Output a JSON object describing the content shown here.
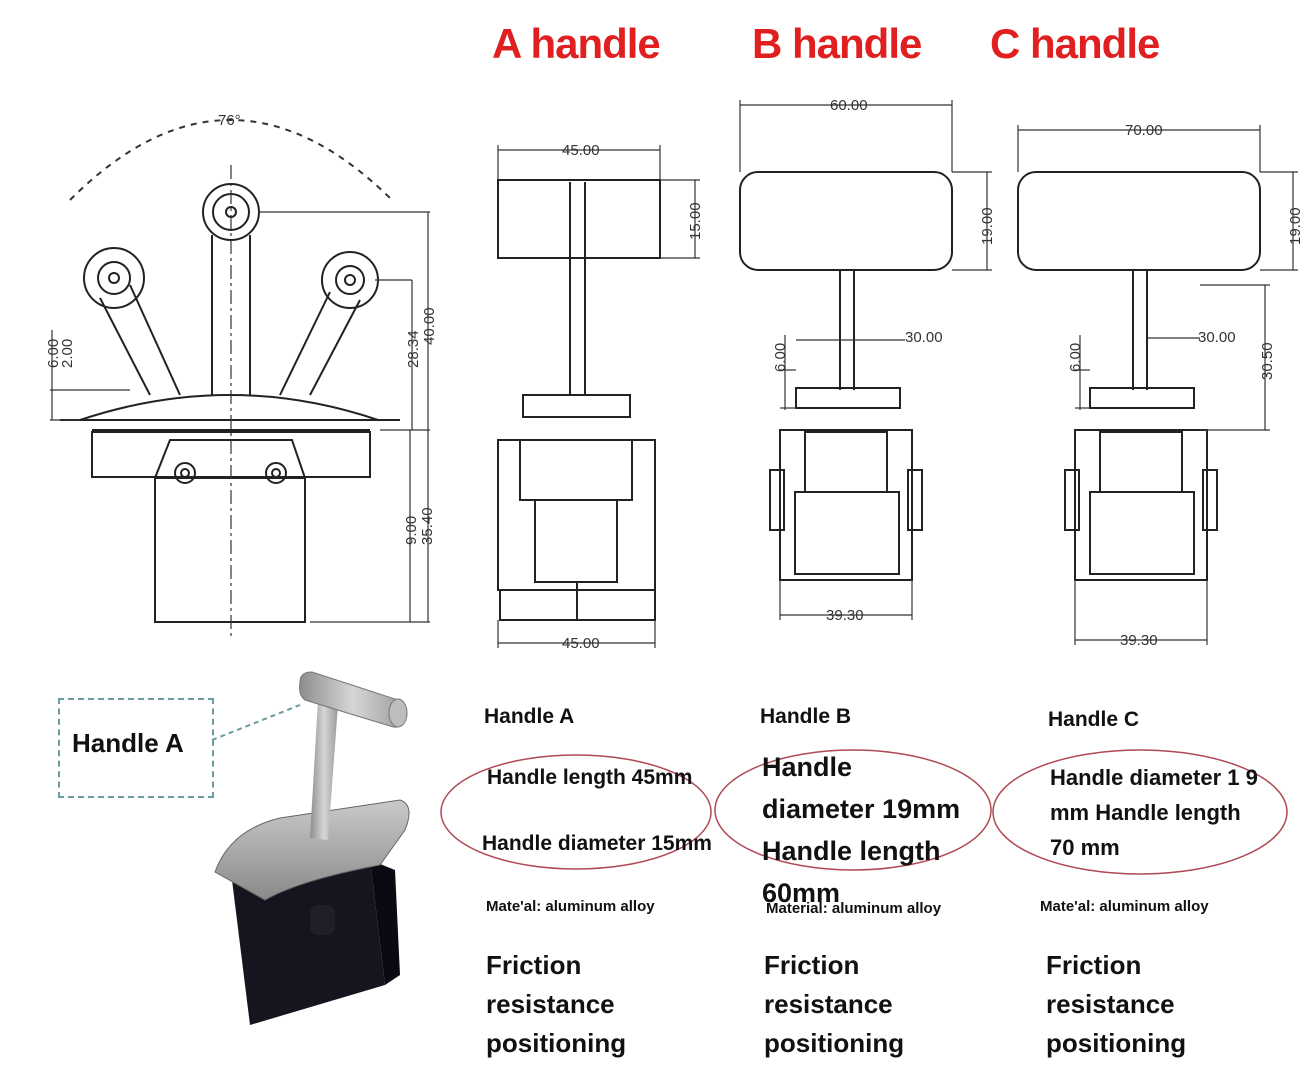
{
  "titles": {
    "a": "A handle",
    "b": "B handle",
    "c": "C handle"
  },
  "main_drawing": {
    "angle": "76°",
    "dims": [
      "6.00",
      "2.00",
      "28.34",
      "40.00",
      "9.00",
      "35.40"
    ]
  },
  "drawing_a": {
    "top": "45.00",
    "height": "15.00",
    "bottom": "45.00"
  },
  "drawing_b": {
    "top": "60.00",
    "height": "19.00",
    "base": "30.00",
    "base_h": "6.00",
    "bottom": "39.30"
  },
  "drawing_c": {
    "top": "70.00",
    "height": "19.00",
    "base": "30.00",
    "base_h": "6.00",
    "shaft": "30.50",
    "bottom": "39.30"
  },
  "callout": {
    "label": "Handle A"
  },
  "specs": {
    "a": {
      "heading": "Handle A",
      "length": "Handle length 45mm",
      "diameter": "Handle diameter 15mm",
      "material": "Mate'al: aluminum alloy",
      "friction": "Friction resistance positioning"
    },
    "b": {
      "heading": "Handle B",
      "dims": "Handle diameter 19mm Handle length 60mm",
      "material": "Material: aluminum alloy",
      "friction": "Friction resistance positioning"
    },
    "c": {
      "heading": "Handle C",
      "dims": "Handle diameter 1 9 mm Handle length 70 mm",
      "material": "Mate'al: aluminum alloy",
      "friction": "Friction resistance positioning"
    }
  },
  "colors": {
    "title": "#e02020",
    "highlight": "#b04a55",
    "callout": "#6c9aa0"
  }
}
